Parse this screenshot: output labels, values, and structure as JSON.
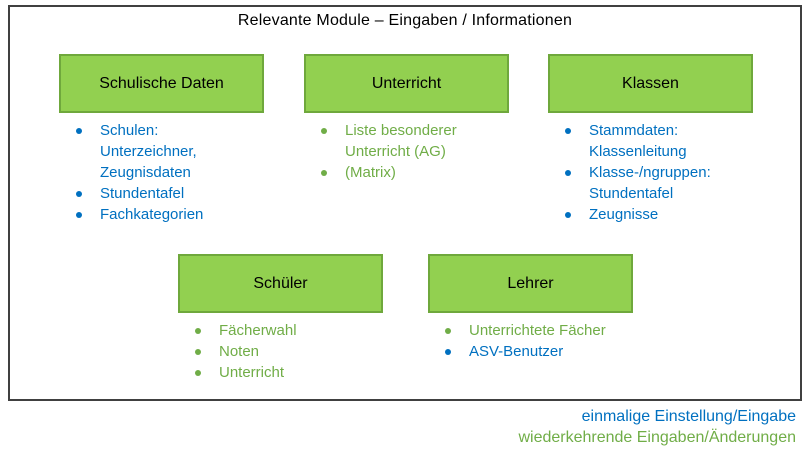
{
  "slide": {
    "title": "Relevante Module – Eingaben / Informationen"
  },
  "colors": {
    "box_fill": "#92D050",
    "box_border": "#6FA83C",
    "frame_border": "#404040",
    "blue_text": "#0070C0",
    "green_text": "#70AD47"
  },
  "modules": [
    {
      "label": "Schulische Daten",
      "items": [
        {
          "text": "Schulen:\nUnterzeichner,\nZeugnisdaten",
          "color": "blue"
        },
        {
          "text": "Stundentafel",
          "color": "blue"
        },
        {
          "text": "Fachkategorien",
          "color": "blue"
        }
      ]
    },
    {
      "label": "Unterricht",
      "items": [
        {
          "text": "Liste besonderer\nUnterricht (AG)",
          "color": "green"
        },
        {
          "text": "(Matrix)",
          "color": "green"
        }
      ]
    },
    {
      "label": "Klassen",
      "items": [
        {
          "text": "Stammdaten:\nKlassenleitung",
          "color": "blue"
        },
        {
          "text": "Klasse-/ngruppen:\nStundentafel",
          "color": "blue"
        },
        {
          "text": "Zeugnisse",
          "color": "blue"
        }
      ]
    },
    {
      "label": "Schüler",
      "items": [
        {
          "text": "Fächerwahl",
          "color": "green"
        },
        {
          "text": "Noten",
          "color": "green"
        },
        {
          "text": "Unterricht",
          "color": "green"
        }
      ]
    },
    {
      "label": "Lehrer",
      "items": [
        {
          "text": "Unterrichtete Fächer",
          "color": "green"
        },
        {
          "text": "ASV-Benutzer",
          "color": "blue"
        }
      ]
    }
  ],
  "legend": {
    "items": [
      {
        "text": "einmalige Einstellung/Eingabe",
        "color": "blue"
      },
      {
        "text": "wiederkehrende Eingaben/Änderungen",
        "color": "green"
      }
    ]
  }
}
